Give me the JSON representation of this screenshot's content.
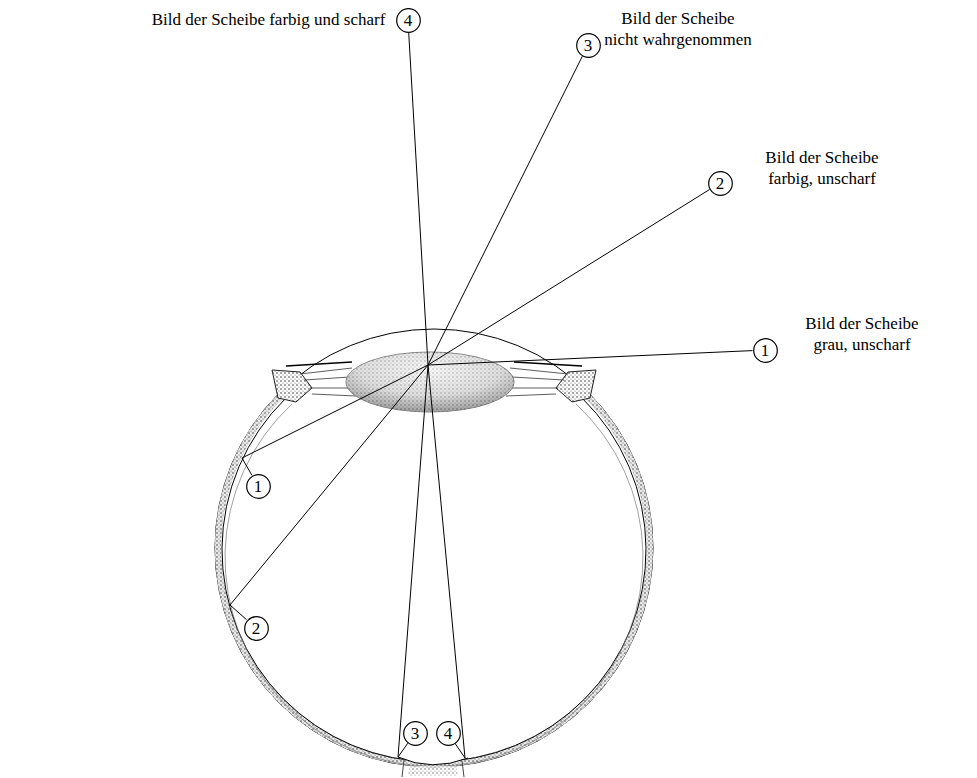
{
  "diagram": {
    "nodes": [
      {
        "text": [
          "4"
        ]
      },
      {
        "text": [
          "3"
        ]
      },
      {
        "text": [
          "2"
        ]
      },
      {
        "text": [
          "1"
        ]
      },
      {
        "text": [
          "1"
        ]
      },
      {
        "text": [
          "2"
        ]
      },
      {
        "text": [
          "3"
        ]
      },
      {
        "text": [
          "4"
        ]
      }
    ],
    "edges": [
      {
        "from": 0,
        "to": 7,
        "arrow": "none"
      },
      {
        "from": 1,
        "to": 6,
        "arrow": "none"
      },
      {
        "from": 2,
        "to": 5,
        "arrow": "none"
      },
      {
        "from": 3,
        "to": 4,
        "arrow": "none"
      }
    ],
    "labels": [
      "Bild der Scheibe farbig und scharf",
      "Bild der Scheibe nicht wahrgenommen",
      "Bild der Scheibe farbig, unscharf",
      "Bild der Scheibe grau, unscharf"
    ]
  }
}
